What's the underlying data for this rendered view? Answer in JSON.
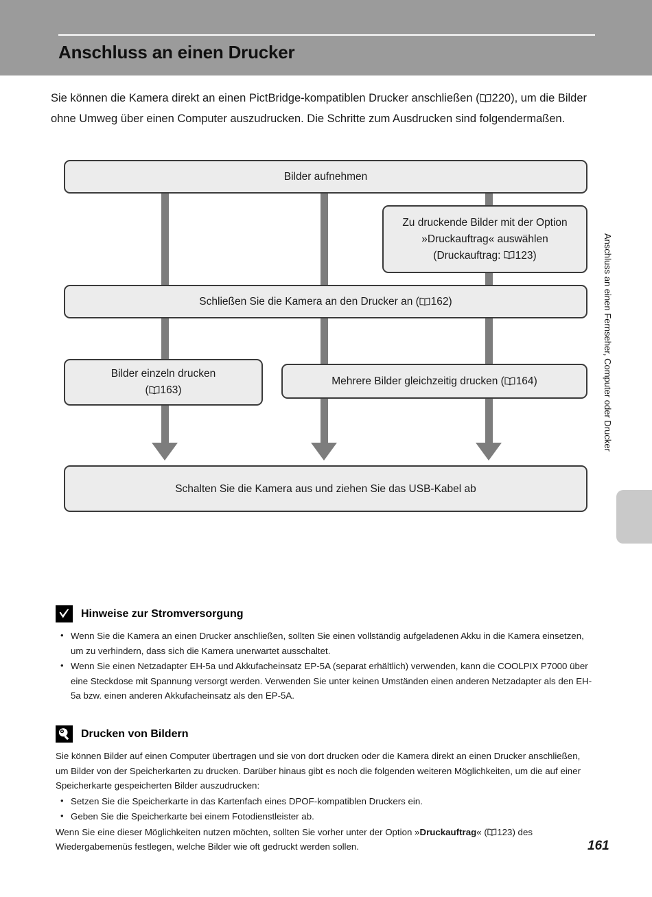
{
  "header": {
    "title": "Anschluss an einen Drucker"
  },
  "intro": {
    "text_before_ref": "Sie können die Kamera direkt an einen PictBridge-kompatiblen Drucker anschließen (",
    "ref": "220",
    "text_after_ref": "), um die Bilder ohne Umweg über einen Computer auszudrucken. Die Schritte zum Ausdrucken sind folgendermaßen."
  },
  "flowchart": {
    "type": "flow-diagram",
    "boxes": [
      {
        "id": "shoot",
        "label": "Bilder aufnehmen"
      },
      {
        "id": "print-order",
        "line1": "Zu druckende Bilder mit der Option",
        "line2": "»Druckauftrag« auswählen",
        "line3_before": "(Druckauftrag: ",
        "line3_ref": "123",
        "line3_after": ")"
      },
      {
        "id": "connect",
        "label_before": "Schließen Sie die Kamera an den Drucker an (",
        "ref": "162",
        "label_after": ")"
      },
      {
        "id": "print-single",
        "line1": "Bilder einzeln drucken",
        "line2_before": "(",
        "line2_ref": "163",
        "line2_after": ")"
      },
      {
        "id": "print-multi",
        "label_before": "Mehrere Bilder gleichzeitig drucken (",
        "ref": "164",
        "label_after": ")"
      },
      {
        "id": "power-off",
        "label": "Schalten Sie die Kamera aus und ziehen Sie das USB-Kabel ab"
      }
    ],
    "box_fill": "#ececec",
    "box_border": "#3a3a3a",
    "connector_color": "#7d7d7d"
  },
  "side_tab": {
    "text": "Anschluss an einen Fernseher, Computer oder Drucker",
    "tab_color": "#c9c9c9"
  },
  "notes": [
    {
      "icon": "caution-check-icon",
      "title": "Hinweise zur Stromversorgung",
      "bullets": [
        "Wenn Sie die Kamera an einen Drucker anschließen, sollten Sie einen vollständig aufgeladenen Akku in die Kamera einsetzen, um zu verhindern, dass sich die Kamera unerwartet ausschaltet.",
        "Wenn Sie einen Netzadapter EH-5a und Akkufacheinsatz EP-5A (separat erhältlich) verwenden, kann die COOLPIX P7000 über eine Steckdose mit Spannung versorgt werden. Verwenden Sie unter keinen Umständen einen anderen Netzadapter als den EH-5a bzw. einen anderen Akkufacheinsatz als den EP-5A."
      ]
    },
    {
      "icon": "tip-lightbulb-icon",
      "title": "Drucken von Bildern",
      "intro": "Sie können Bilder auf einen Computer übertragen und sie von dort drucken oder die Kamera direkt an einen Drucker anschließen, um Bilder von der Speicherkarten zu drucken. Darüber hinaus gibt es noch die folgenden weiteren Möglichkeiten, um die auf einer Speicherkarte gespeicherten Bilder auszudrucken:",
      "bullets": [
        "Setzen Sie die Speicherkarte in das Kartenfach eines DPOF-kompatiblen Druckers ein.",
        "Geben Sie die Speicherkarte bei einem Fotodienstleister ab."
      ],
      "closing_before_bold": "Wenn Sie eine dieser Möglichkeiten nutzen möchten, sollten Sie vorher unter der Option »",
      "closing_bold": "Druckauftrag",
      "closing_after_bold": "« (",
      "closing_ref": "123",
      "closing_tail": ") des Wiedergabemenüs festlegen, welche Bilder wie oft gedruckt werden sollen."
    }
  ],
  "page_number": "161"
}
